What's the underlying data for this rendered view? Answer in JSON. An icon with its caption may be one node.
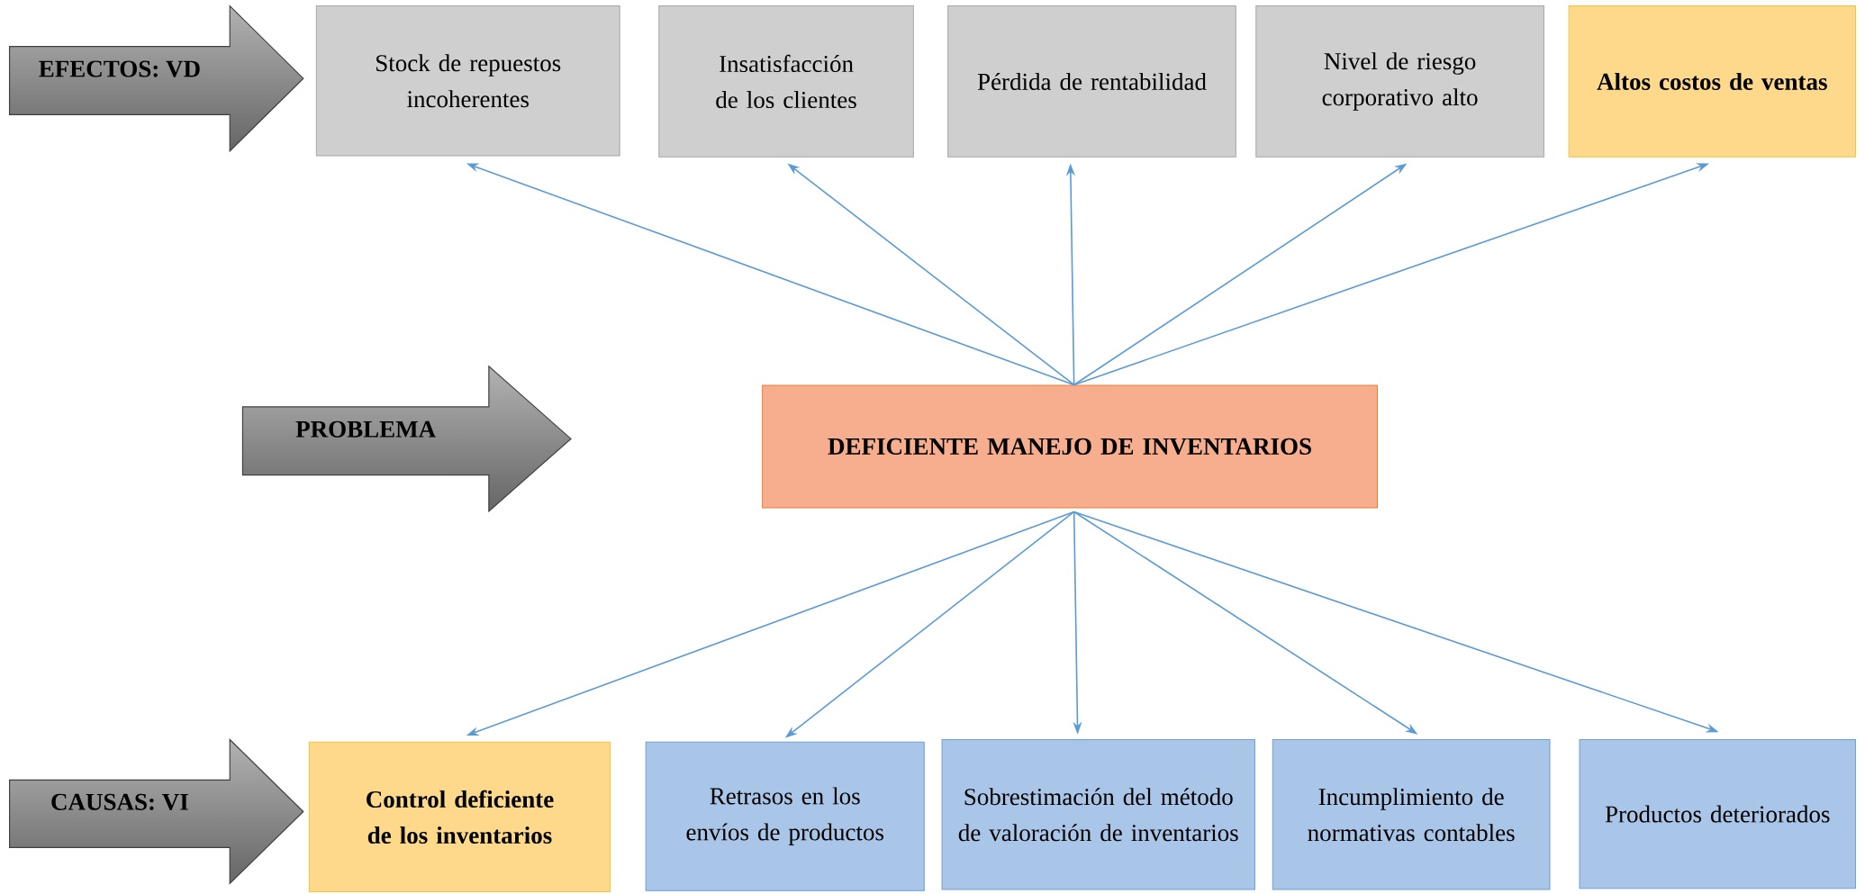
{
  "diagram": {
    "nodes": [
      {
        "text": [
          "EFECTOS: VD"
        ]
      },
      {
        "text": [
          "Stock de repuestos incoherentes"
        ]
      },
      {
        "text": [
          "Insatisfacción de los clientes"
        ]
      },
      {
        "text": [
          "Pérdida de rentabilidad"
        ]
      },
      {
        "text": [
          "Nivel de riesgo corporativo alto"
        ]
      },
      {
        "text": [
          "Altos costos de ventas"
        ]
      },
      {
        "text": [
          "PROBLEMA"
        ]
      },
      {
        "text": [
          "DEFICIENTE MANEJO DE INVENTARIOS"
        ]
      },
      {
        "text": [
          "CAUSAS: VI"
        ]
      },
      {
        "text": [
          "Control deficiente de los inventarios"
        ]
      },
      {
        "text": [
          "Retrasos en los envíos de productos"
        ]
      },
      {
        "text": [
          "Sobrestimación del método de valoración de inventarios"
        ]
      },
      {
        "text": [
          "Incumplimiento de normativas contables"
        ]
      },
      {
        "text": [
          "Productos deteriorados"
        ]
      }
    ],
    "edges": [
      {
        "from": 7,
        "to": 1,
        "arrow": "to"
      },
      {
        "from": 7,
        "to": 2,
        "arrow": "to"
      },
      {
        "from": 7,
        "to": 3,
        "arrow": "to"
      },
      {
        "from": 7,
        "to": 4,
        "arrow": "to"
      },
      {
        "from": 7,
        "to": 5,
        "arrow": "to"
      },
      {
        "from": 7,
        "to": 9,
        "arrow": "to"
      },
      {
        "from": 7,
        "to": 10,
        "arrow": "to"
      },
      {
        "from": 7,
        "to": 11,
        "arrow": "to"
      },
      {
        "from": 7,
        "to": 12,
        "arrow": "to"
      },
      {
        "from": 7,
        "to": 13,
        "arrow": "to"
      }
    ]
  }
}
